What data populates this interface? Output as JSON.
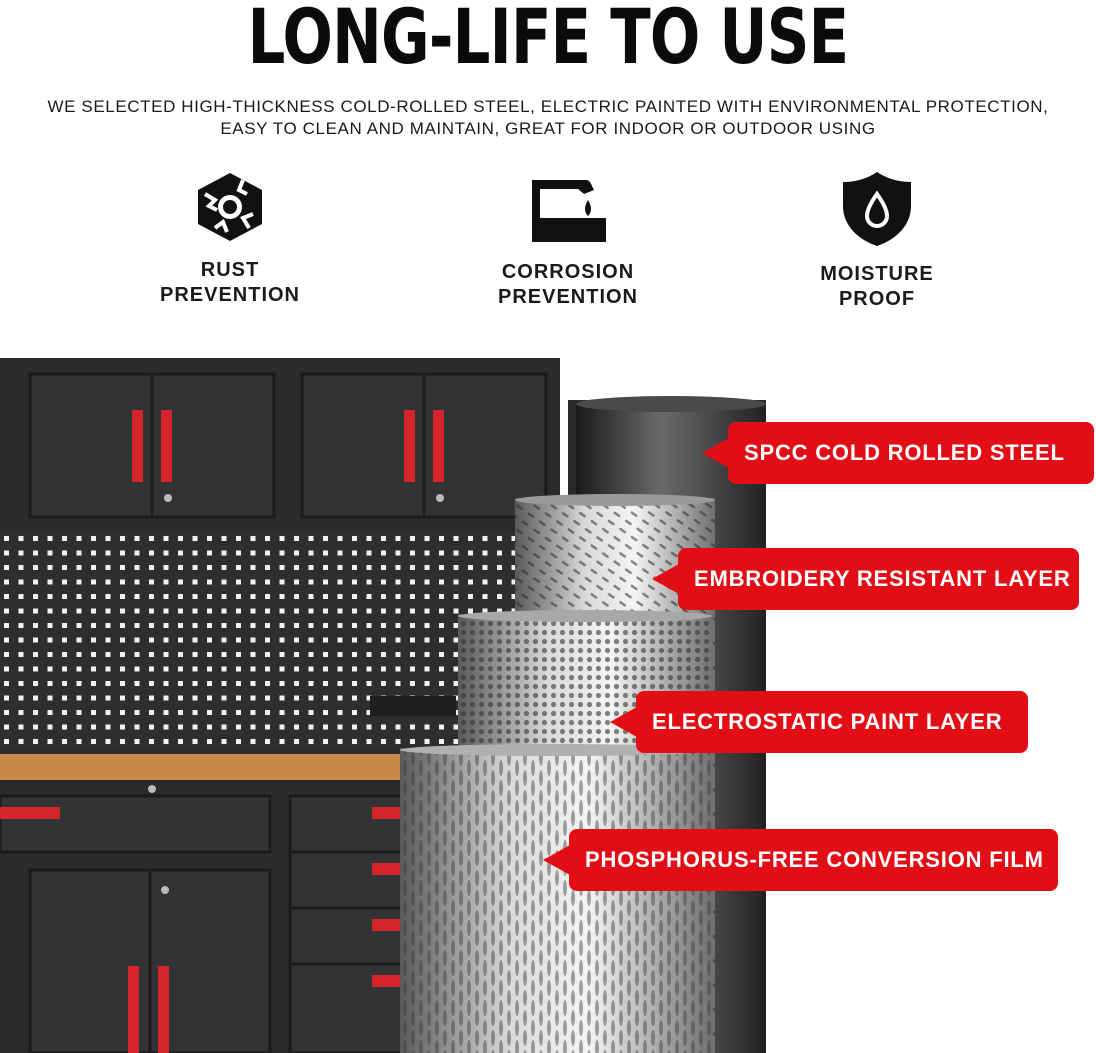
{
  "headline": "LONG-LIFE TO USE",
  "subtitle": {
    "line1": "WE SELECTED HIGH-THICKNESS COLD-ROLLED STEEL, ELECTRIC PAINTED WITH ENVIRONMENTAL PROTECTION,",
    "line2": "EASY TO CLEAN AND MAINTAIN, GREAT FOR INDOOR OR OUTDOOR USING"
  },
  "features": [
    {
      "icon": "rust-gear-icon",
      "line1": "RUST",
      "line2": "PREVENTION"
    },
    {
      "icon": "corrosion-drip-icon",
      "line1": "CORROSION",
      "line2": "PREVENTION"
    },
    {
      "icon": "shield-drop-icon",
      "line1": "MOISTURE",
      "line2": "PROOF"
    }
  ],
  "layers": [
    {
      "label": "SPCC COLD ROLLED STEEL"
    },
    {
      "label": "EMBROIDERY RESISTANT LAYER"
    },
    {
      "label": "ELECTROSTATIC PAINT LAYER"
    },
    {
      "label": "PHOSPHORUS-FREE CONVERSION FILM"
    }
  ],
  "colors": {
    "accent": "#e30d16",
    "cabinet": "#2b2c2e",
    "worktop": "#c9894a"
  }
}
